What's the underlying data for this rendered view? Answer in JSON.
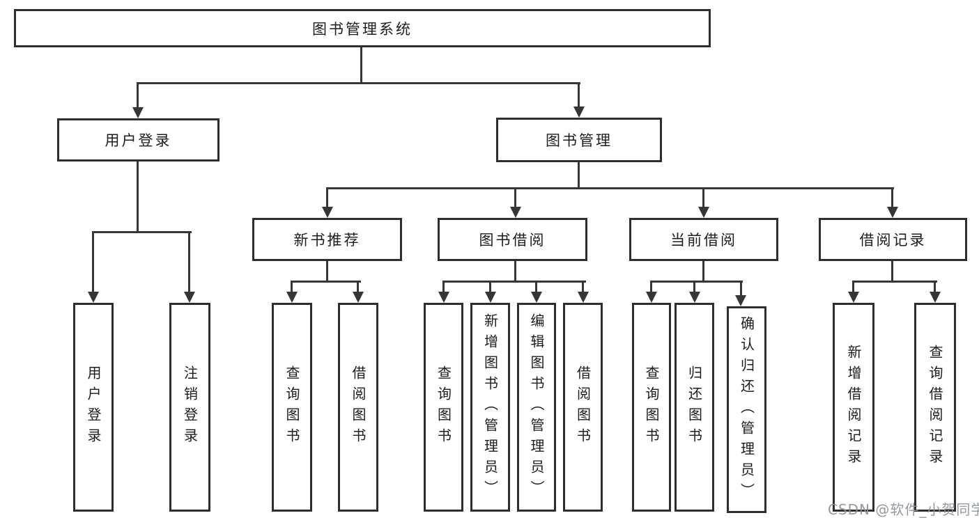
{
  "diagram": {
    "type": "hierarchy-tree",
    "nodes": {
      "root": {
        "label": "图书管理系统"
      },
      "login": {
        "label": "用户登录"
      },
      "mgmt": {
        "label": "图书管理"
      },
      "rec": {
        "label": "新书推荐"
      },
      "bor": {
        "label": "图书借阅"
      },
      "cur": {
        "label": "当前借阅"
      },
      "recd": {
        "label": "借阅记录"
      },
      "login_do": {
        "label": "用户登录"
      },
      "logout": {
        "label": "注销登录"
      },
      "rec_query": {
        "label": "查询图书"
      },
      "rec_borrow": {
        "label": "借阅图书"
      },
      "bor_query": {
        "label": "查询图书"
      },
      "bor_add": {
        "label": "新增图书（管理员）"
      },
      "bor_edit": {
        "label": "编辑图书（管理员）"
      },
      "bor_borrow": {
        "label": "借阅图书"
      },
      "cur_query": {
        "label": "查询图书"
      },
      "cur_return": {
        "label": "归还图书"
      },
      "cur_confirm": {
        "label": "确认归还（管理员）"
      },
      "recd_add": {
        "label": "新增借阅记录"
      },
      "recd_query": {
        "label": "查询借阅记录"
      }
    },
    "hierarchy": {
      "图书管理系统": {
        "用户登录": [
          "用户登录",
          "注销登录"
        ],
        "图书管理": {
          "新书推荐": [
            "查询图书",
            "借阅图书"
          ],
          "图书借阅": [
            "查询图书",
            "新增图书（管理员）",
            "编辑图书（管理员）",
            "借阅图书"
          ],
          "当前借阅": [
            "查询图书",
            "归还图书",
            "确认归还（管理员）"
          ],
          "借阅记录": [
            "新增借阅记录",
            "查询借阅记录"
          ]
        }
      }
    }
  },
  "watermark": {
    "text": "CSDN @软件_小贺同学"
  },
  "colors": {
    "background": "#ffffff",
    "box_border": "#2e2e2e",
    "connector": "#363636",
    "text": "#1c1c1c",
    "watermark": "#8b9198"
  }
}
